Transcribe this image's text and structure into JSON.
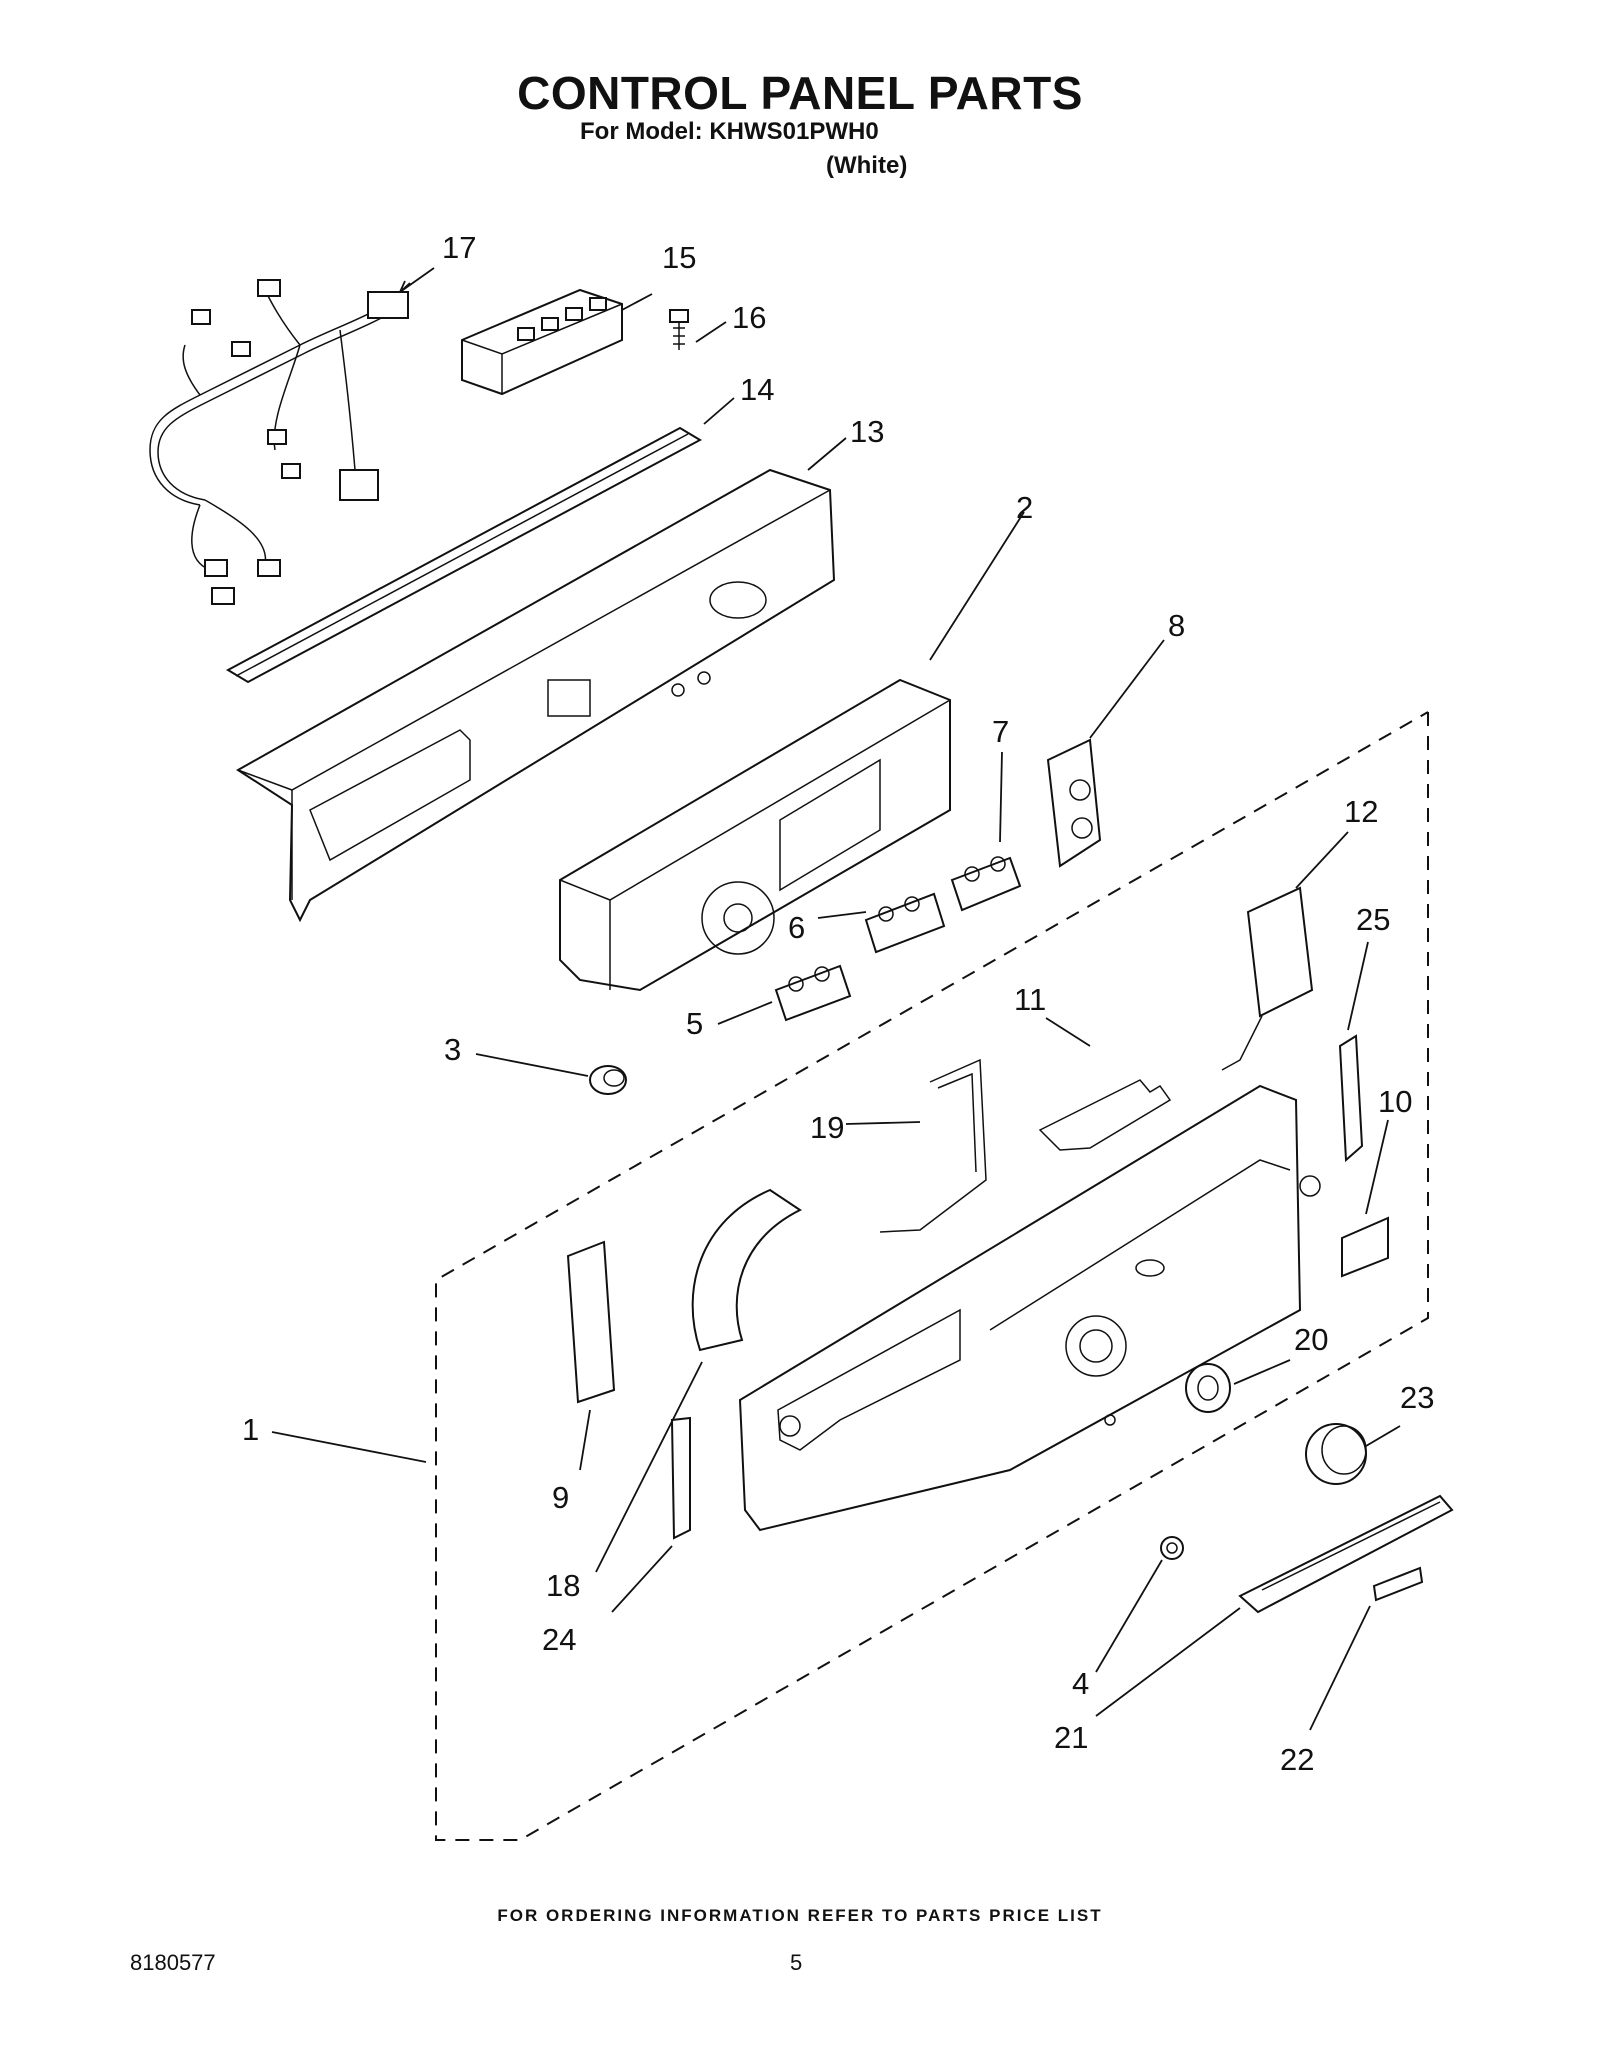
{
  "header": {
    "title": "CONTROL PANEL PARTS",
    "model_line": "For Model: KHWS01PWH0",
    "color_line": "(White)"
  },
  "footer": {
    "ordering_note": "FOR ORDERING INFORMATION REFER TO PARTS PRICE LIST",
    "document_number": "8180577",
    "page_number": "5"
  },
  "callouts": [
    "17",
    "15",
    "16",
    "14",
    "13",
    "2",
    "8",
    "7",
    "12",
    "6",
    "25",
    "5",
    "3",
    "11",
    "10",
    "19",
    "20",
    "23",
    "1",
    "9",
    "18",
    "24",
    "4",
    "21",
    "22"
  ]
}
